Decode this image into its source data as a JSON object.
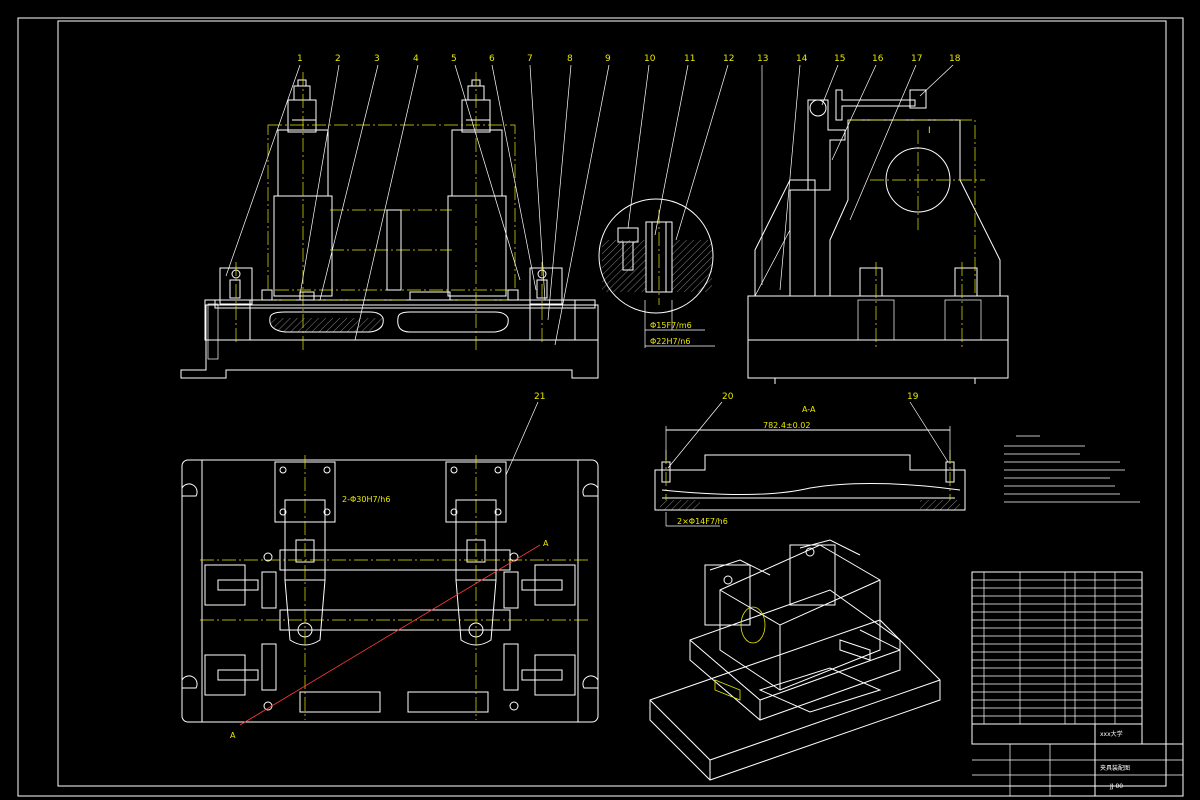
{
  "colors": {
    "background": "#000000",
    "line": "#ffffff",
    "centerline": "#e8e800",
    "balloon": "#e8e800",
    "section": "#3fd13f",
    "cut": "#ff3b3b"
  },
  "balloons": [
    "1",
    "2",
    "3",
    "4",
    "5",
    "6",
    "7",
    "8",
    "9",
    "10",
    "11",
    "12",
    "13",
    "14",
    "15",
    "16",
    "17",
    "18"
  ],
  "balloons_lower": {
    "b19": "19",
    "b20": "20",
    "b21": "21"
  },
  "detail_label": "I",
  "section_label": "A-A",
  "cut_marks": {
    "a1": "A",
    "a2": "A"
  },
  "dimensions": {
    "d1": "2-Φ30H7/h6",
    "d2": "Φ15F7/m6",
    "d3": "Φ22H7/n6",
    "d4": "782.4±0.02",
    "d5": "2×Φ14F7/h6"
  },
  "title_block": {
    "school": "xxx大学",
    "drawing_name": "夹具装配图",
    "drawing_no": "JJ-00"
  }
}
